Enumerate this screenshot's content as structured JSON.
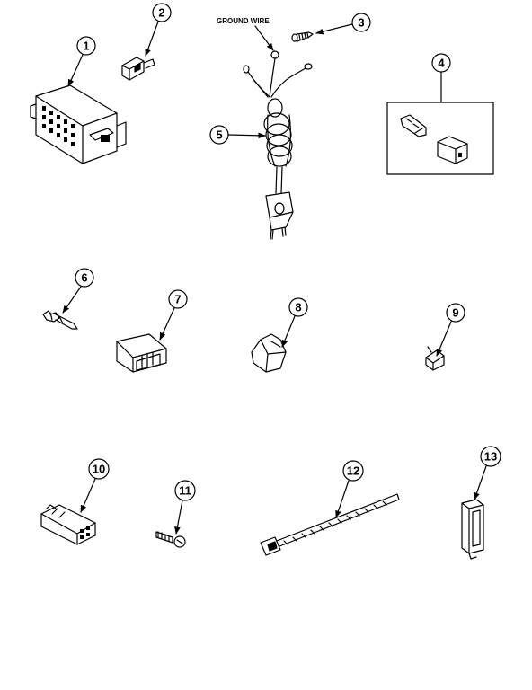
{
  "diagram": {
    "type": "exploded parts diagram",
    "ground_wire_label": "GROUND WIRE",
    "parts": [
      {
        "number": "1",
        "name": "multi-pin connector block"
      },
      {
        "number": "2",
        "name": "clip"
      },
      {
        "number": "3",
        "name": "ground screw"
      },
      {
        "number": "4",
        "name": "terminal and connector housing kit"
      },
      {
        "number": "5",
        "name": "power cord"
      },
      {
        "number": "6",
        "name": "wire terminal"
      },
      {
        "number": "7",
        "name": "connector housing"
      },
      {
        "number": "8",
        "name": "wire clamp"
      },
      {
        "number": "9",
        "name": "clip"
      },
      {
        "number": "10",
        "name": "six-pin connector housing"
      },
      {
        "number": "11",
        "name": "screw"
      },
      {
        "number": "12",
        "name": "cable tie"
      },
      {
        "number": "13",
        "name": "strain relief"
      }
    ]
  }
}
